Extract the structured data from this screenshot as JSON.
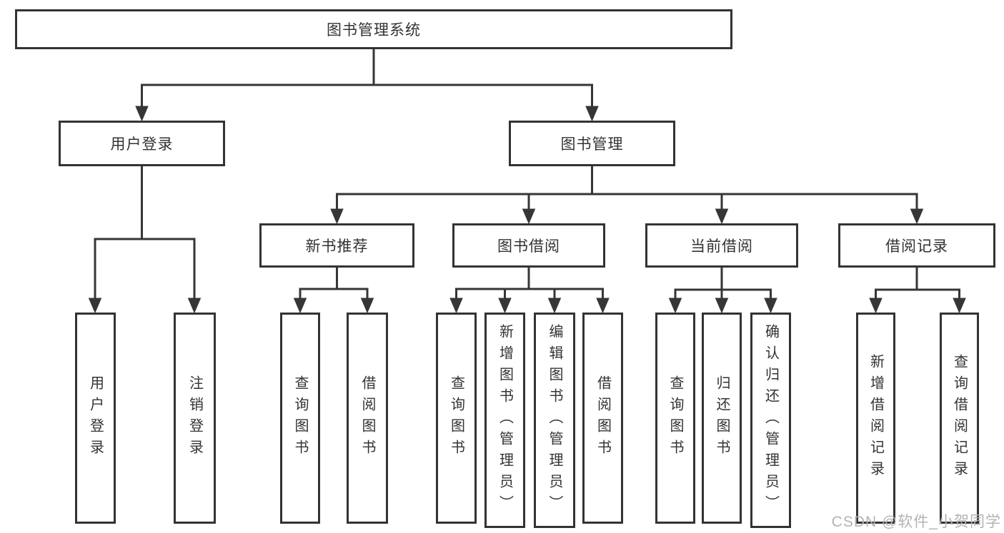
{
  "diagram": {
    "title": "图书管理系统",
    "root": {
      "label": "图书管理系统"
    },
    "branches": {
      "user": {
        "label": "用户登录",
        "children": [
          {
            "label": "用户登录"
          },
          {
            "label": "注销登录"
          }
        ]
      },
      "book": {
        "label": "图书管理",
        "children": [
          {
            "label": "新书推荐",
            "children": [
              {
                "label": "查询图书"
              },
              {
                "label": "借阅图书"
              }
            ]
          },
          {
            "label": "图书借阅",
            "children": [
              {
                "label": "查询图书"
              },
              {
                "label": "新增图书（管理员）"
              },
              {
                "label": "编辑图书（管理员）"
              },
              {
                "label": "借阅图书"
              }
            ]
          },
          {
            "label": "当前借阅",
            "children": [
              {
                "label": "查询图书"
              },
              {
                "label": "归还图书"
              },
              {
                "label": "确认归还（管理员）"
              }
            ]
          },
          {
            "label": "借阅记录",
            "children": [
              {
                "label": "新增借阅记录"
              },
              {
                "label": "查询借阅记录"
              }
            ]
          }
        ]
      }
    }
  },
  "watermark": {
    "text": "CSDN @软件_小贺同学",
    "color": "#b3b3b3"
  },
  "colors": {
    "line": "#363636",
    "border": "#333333",
    "text": "#333333",
    "background": "#ffffff"
  }
}
